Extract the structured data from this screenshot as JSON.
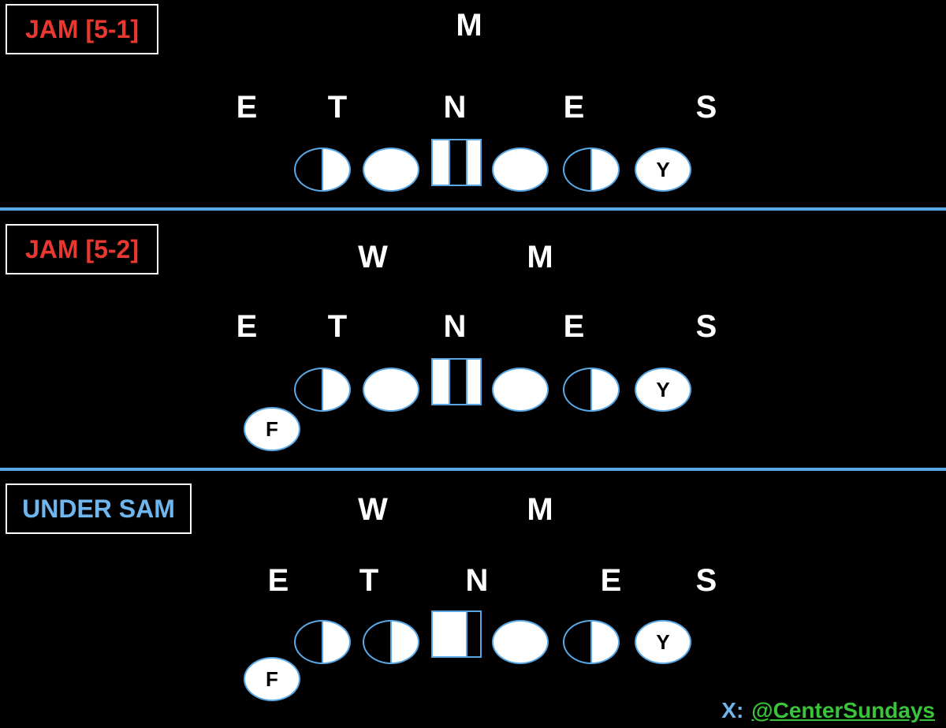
{
  "panels": [
    {
      "title": "JAM [5-1]",
      "title_color": "#e8382f",
      "linebackers": [
        "M"
      ],
      "front": [
        "E",
        "T",
        "N",
        "E",
        "S"
      ],
      "players": {
        "y": "Y"
      }
    },
    {
      "title": "JAM [5-2]",
      "title_color": "#e8382f",
      "linebackers": [
        "W",
        "M"
      ],
      "front": [
        "E",
        "T",
        "N",
        "E",
        "S"
      ],
      "players": {
        "y": "Y",
        "f": "F"
      }
    },
    {
      "title": "UNDER SAM",
      "title_color": "#6fb6ee",
      "linebackers": [
        "W",
        "M"
      ],
      "front": [
        "E",
        "T",
        "N",
        "E",
        "S"
      ],
      "players": {
        "y": "Y",
        "f": "F"
      }
    }
  ],
  "credit": {
    "prefix": "X:",
    "handle": "@CenterSundays"
  },
  "colors": {
    "background": "#000000",
    "divider": "#5aa9e6",
    "handle": "#39c43a"
  }
}
